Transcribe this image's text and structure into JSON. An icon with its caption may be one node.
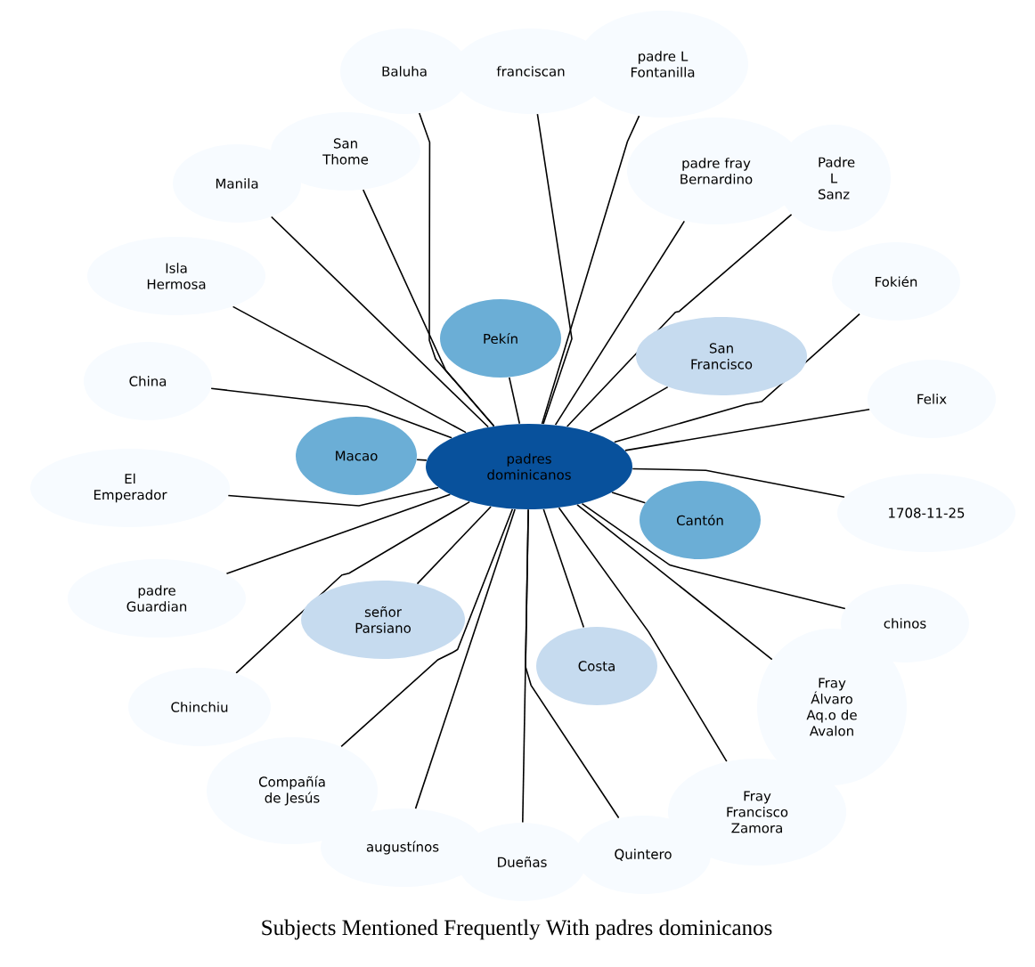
{
  "diagram": {
    "title": "Subjects Mentioned Frequently With padres dominicanos",
    "nodes": [
      {
        "text": [
          "padres dominicanos"
        ]
      },
      {
        "text": [
          "Pekín"
        ]
      },
      {
        "text": [
          "San Francisco"
        ]
      },
      {
        "text": [
          "Macao"
        ]
      },
      {
        "text": [
          "Cantón"
        ]
      },
      {
        "text": [
          "señor Parsiano"
        ]
      },
      {
        "text": [
          "Costa"
        ]
      },
      {
        "text": [
          "Baluha"
        ]
      },
      {
        "text": [
          "franciscan"
        ]
      },
      {
        "text": [
          "padre L Fontanilla"
        ]
      },
      {
        "text": [
          "padre fray Bernardino"
        ]
      },
      {
        "text": [
          "Padre L Sanz"
        ]
      },
      {
        "text": [
          "Fokién"
        ]
      },
      {
        "text": [
          "Felix"
        ]
      },
      {
        "text": [
          "1708-11-25"
        ]
      },
      {
        "text": [
          "chinos"
        ]
      },
      {
        "text": [
          "Fray Álvaro Aq.o de Avalon"
        ]
      },
      {
        "text": [
          "Fray Francisco Zamora"
        ]
      },
      {
        "text": [
          "Quintero"
        ]
      },
      {
        "text": [
          "Dueñas"
        ]
      },
      {
        "text": [
          "augustínos"
        ]
      },
      {
        "text": [
          "Compañía de Jesús"
        ]
      },
      {
        "text": [
          "Chinchiu"
        ]
      },
      {
        "text": [
          "padre Guardian"
        ]
      },
      {
        "text": [
          "El Emperador"
        ]
      },
      {
        "text": [
          "China"
        ]
      },
      {
        "text": [
          "Isla Hermosa"
        ]
      },
      {
        "text": [
          "Manila"
        ]
      },
      {
        "text": [
          "San Thome"
        ]
      }
    ],
    "edges": [
      {
        "from": 0,
        "to": 1,
        "arrow": "none"
      },
      {
        "from": 0,
        "to": 2,
        "arrow": "none"
      },
      {
        "from": 0,
        "to": 3,
        "arrow": "none"
      },
      {
        "from": 0,
        "to": 4,
        "arrow": "none"
      },
      {
        "from": 0,
        "to": 5,
        "arrow": "none"
      },
      {
        "from": 0,
        "to": 6,
        "arrow": "none"
      },
      {
        "from": 0,
        "to": 7,
        "arrow": "none"
      },
      {
        "from": 0,
        "to": 8,
        "arrow": "none"
      },
      {
        "from": 0,
        "to": 9,
        "arrow": "none"
      },
      {
        "from": 0,
        "to": 10,
        "arrow": "none"
      },
      {
        "from": 0,
        "to": 11,
        "arrow": "none"
      },
      {
        "from": 0,
        "to": 12,
        "arrow": "none"
      },
      {
        "from": 0,
        "to": 13,
        "arrow": "none"
      },
      {
        "from": 0,
        "to": 14,
        "arrow": "none"
      },
      {
        "from": 0,
        "to": 15,
        "arrow": "none"
      },
      {
        "from": 0,
        "to": 16,
        "arrow": "none"
      },
      {
        "from": 0,
        "to": 17,
        "arrow": "none"
      },
      {
        "from": 0,
        "to": 18,
        "arrow": "none"
      },
      {
        "from": 0,
        "to": 19,
        "arrow": "none"
      },
      {
        "from": 0,
        "to": 20,
        "arrow": "none"
      },
      {
        "from": 0,
        "to": 21,
        "arrow": "none"
      },
      {
        "from": 0,
        "to": 22,
        "arrow": "none"
      },
      {
        "from": 0,
        "to": 23,
        "arrow": "none"
      },
      {
        "from": 0,
        "to": 24,
        "arrow": "none"
      },
      {
        "from": 0,
        "to": 25,
        "arrow": "none"
      },
      {
        "from": 0,
        "to": 26,
        "arrow": "none"
      },
      {
        "from": 0,
        "to": 27,
        "arrow": "none"
      },
      {
        "from": 0,
        "to": 28,
        "arrow": "none"
      }
    ]
  }
}
